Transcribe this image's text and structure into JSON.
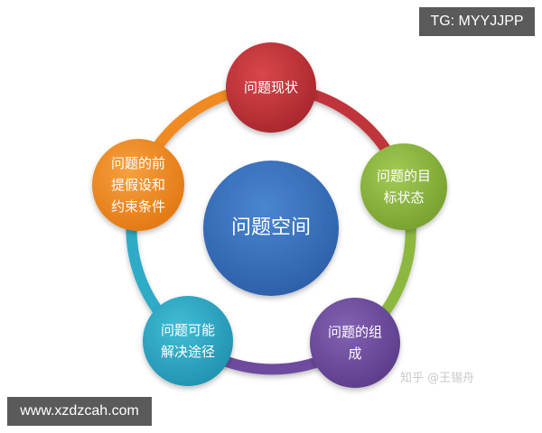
{
  "diagram": {
    "center": {
      "label": "问题空间",
      "color": "#3b72c0"
    },
    "nodes": [
      {
        "id": "current-state",
        "label": "问题现状",
        "color": "#c0353a"
      },
      {
        "id": "goal-state",
        "label": "问题的目\n标状态",
        "color": "#8db83f"
      },
      {
        "id": "composition",
        "label": "问题的组\n成",
        "color": "#6e4c9e"
      },
      {
        "id": "possible-solutions",
        "label": "问题可能\n解决途径",
        "color": "#2eabc7"
      },
      {
        "id": "assumptions-constraints",
        "label": "问题的前\n提假设和\n约束条件",
        "color": "#f08a24"
      }
    ]
  },
  "overlays": {
    "tg_badge": "TG: MYYJJPP",
    "website_badge": "www.xzdzcah.com",
    "watermark": "知乎 @王锡舟"
  }
}
